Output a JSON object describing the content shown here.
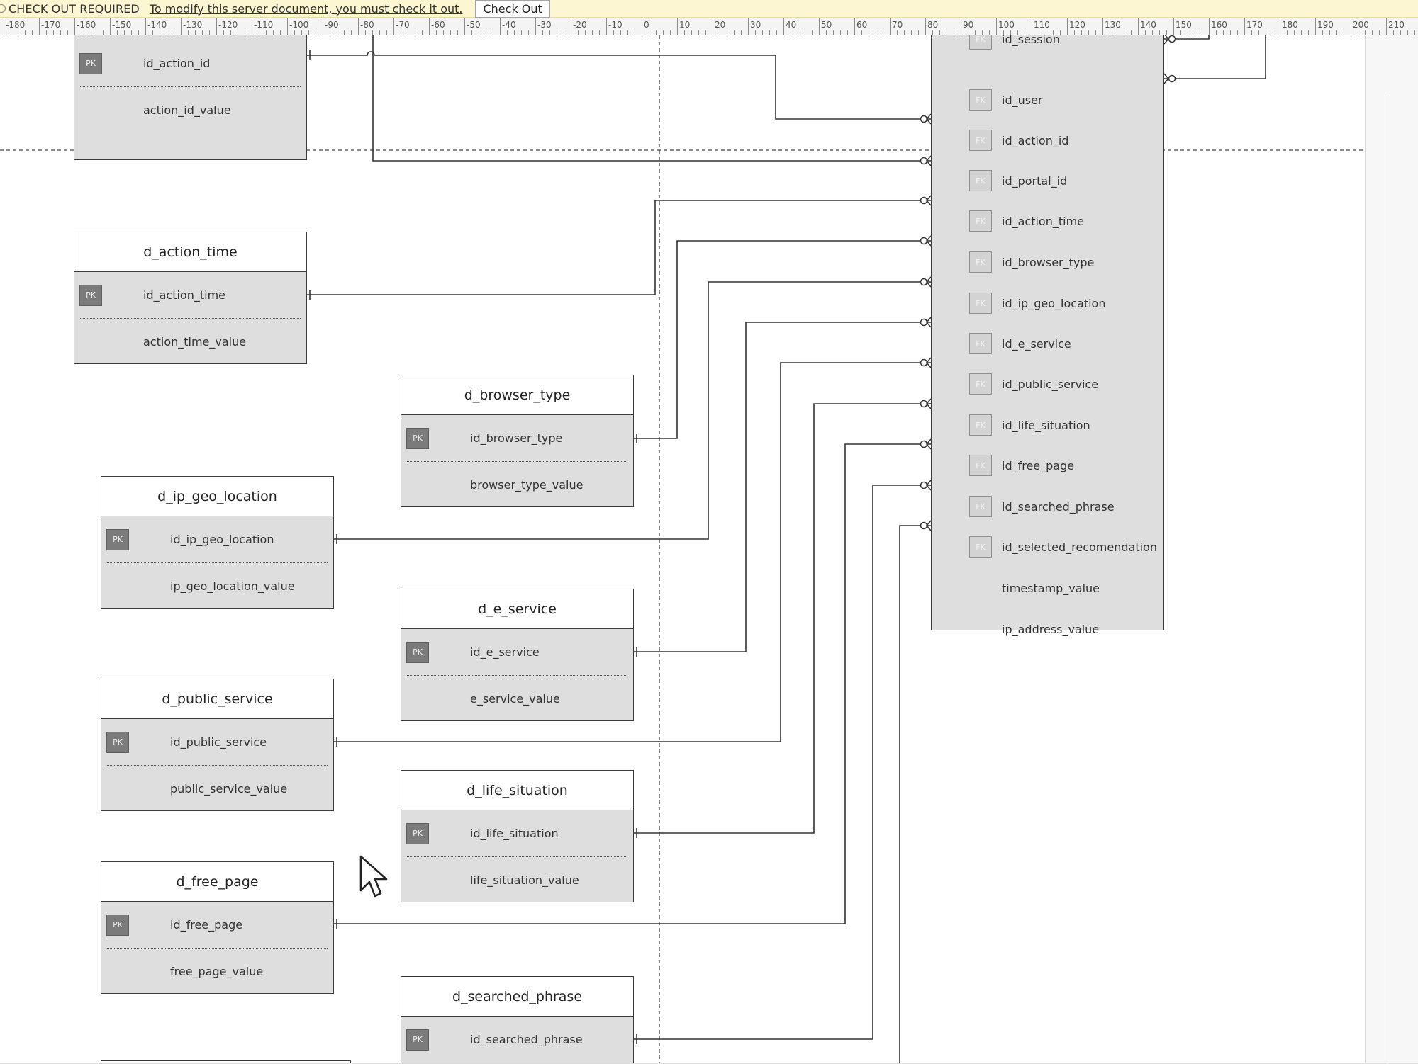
{
  "checkout_bar": {
    "title": "CHECK OUT REQUIRED",
    "message": "To modify this server document, you must check it out.",
    "button_label": "Check Out"
  },
  "ruler": {
    "labels": [
      "-180",
      "-170",
      "-160",
      "-150",
      "-140",
      "-130",
      "-120",
      "-110",
      "-100",
      "-90",
      "-80",
      "-70",
      "-60",
      "-50",
      "-40",
      "-30",
      "-20",
      "-10",
      "0",
      "10",
      "20",
      "30",
      "40",
      "50",
      "60",
      "70",
      "80",
      "90",
      "100",
      "110",
      "120",
      "130",
      "140",
      "150",
      "160",
      "170",
      "180",
      "190",
      "200",
      "210"
    ]
  },
  "entities": {
    "d_action_id": {
      "pk": "PK",
      "key_field": "id_action_id",
      "value_field": "action_id_value"
    },
    "d_action_time": {
      "title": "d_action_time",
      "pk": "PK",
      "key_field": "id_action_time",
      "value_field": "action_time_value"
    },
    "d_browser_type": {
      "title": "d_browser_type",
      "pk": "PK",
      "key_field": "id_browser_type",
      "value_field": "browser_type_value"
    },
    "d_ip_geo_location": {
      "title": "d_ip_geo_location",
      "pk": "PK",
      "key_field": "id_ip_geo_location",
      "value_field": "ip_geo_location_value"
    },
    "d_e_service": {
      "title": "d_e_service",
      "pk": "PK",
      "key_field": "id_e_service",
      "value_field": "e_service_value"
    },
    "d_public_service": {
      "title": "d_public_service",
      "pk": "PK",
      "key_field": "id_public_service",
      "value_field": "public_service_value"
    },
    "d_life_situation": {
      "title": "d_life_situation",
      "pk": "PK",
      "key_field": "id_life_situation",
      "value_field": "life_situation_value"
    },
    "d_free_page": {
      "title": "d_free_page",
      "pk": "PK",
      "key_field": "id_free_page",
      "value_field": "free_page_value"
    },
    "d_searched_phrase": {
      "title": "d_searched_phrase",
      "pk": "PK",
      "key_field": "id_searched_phrase"
    }
  },
  "fact_table": {
    "fk_label": "FK",
    "fields": [
      {
        "name": "id_session",
        "fk": true
      },
      {
        "name": "id_user",
        "fk": true
      },
      {
        "name": "id_action_id",
        "fk": true
      },
      {
        "name": "id_portal_id",
        "fk": true
      },
      {
        "name": "id_action_time",
        "fk": true
      },
      {
        "name": "id_browser_type",
        "fk": true
      },
      {
        "name": "id_ip_geo_location",
        "fk": true
      },
      {
        "name": "id_e_service",
        "fk": true
      },
      {
        "name": "id_public_service",
        "fk": true
      },
      {
        "name": "id_life_situation",
        "fk": true
      },
      {
        "name": "id_free_page",
        "fk": true
      },
      {
        "name": "id_searched_phrase",
        "fk": true
      },
      {
        "name": "id_selected_recomendation",
        "fk": true
      },
      {
        "name": "timestamp_value",
        "fk": false
      },
      {
        "name": "ip_address_value",
        "fk": false
      }
    ]
  }
}
